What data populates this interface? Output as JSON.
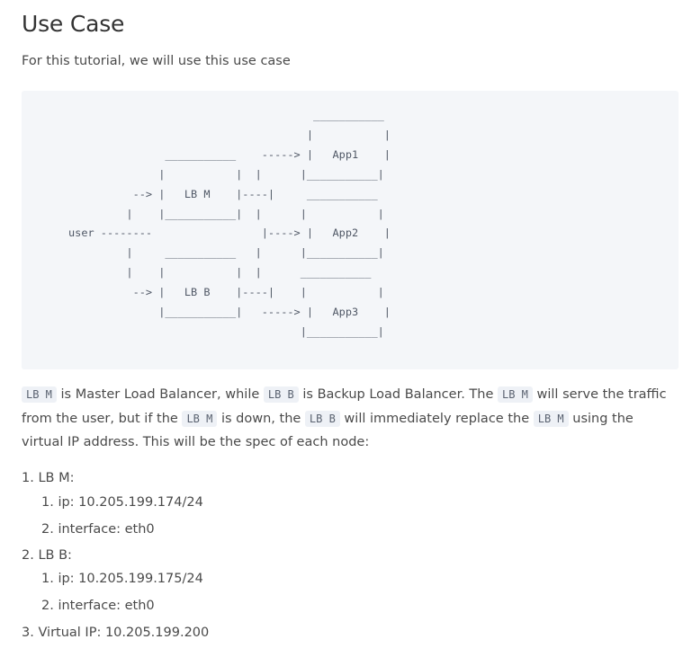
{
  "heading": "Use Case",
  "intro": "For this tutorial, we will use this use case",
  "diagram_text": "                                 ____________\n                                 |           |\n              ___________ ----->  |    App1   |\n           |           |  |      |___________|\n      -->  |    LB M   |----|    ____________\n   |       |___________|  |      |           |\nuser --------                  |-----> |    App2   |\n   |       ___________    |      |___________|\n   |       |           |  |      ____________\n      -->  |    LB B   |----|    |           |\n           |___________| -----> |    App3   |\n                                 |___________|",
  "diagram_lines": [
    "                                      ___________",
    "                                     |           |",
    "               ___________    -----> |   App1    |",
    "              |           |  |      |___________|",
    "          --> |   LB M    |----|     ___________",
    "         |    |___________|  |      |           |",
    "user --------                 |----> |   App2    |",
    "         |     ___________   |      |___________|",
    "         |    |           |  |      ___________",
    "          --> |   LB B    |----|    |           |",
    "              |___________|   -----> |   App3    |",
    "                                    |___________|"
  ],
  "paragraph": {
    "code_lbm": "LB M",
    "code_lbb": "LB B",
    "t1": " is Master Load Balancer, while ",
    "t2": " is Backup Load Balancer. The ",
    "t3": " will serve the traffic from the user, but if the ",
    "t4": " is down, the ",
    "t5": " will immediately replace the ",
    "t6": " using the virtual IP address. This will be the spec of each node:"
  },
  "list": {
    "item1": "1. LB M:",
    "item1_sub1": "1. ip: 10.205.199.174/24",
    "item1_sub2": "2. interface: eth0",
    "item2": "2. LB B:",
    "item2_sub1": "1. ip: 10.205.199.175/24",
    "item2_sub2": "2. interface: eth0",
    "item3": "3. Virtual IP: 10.205.199.200"
  }
}
